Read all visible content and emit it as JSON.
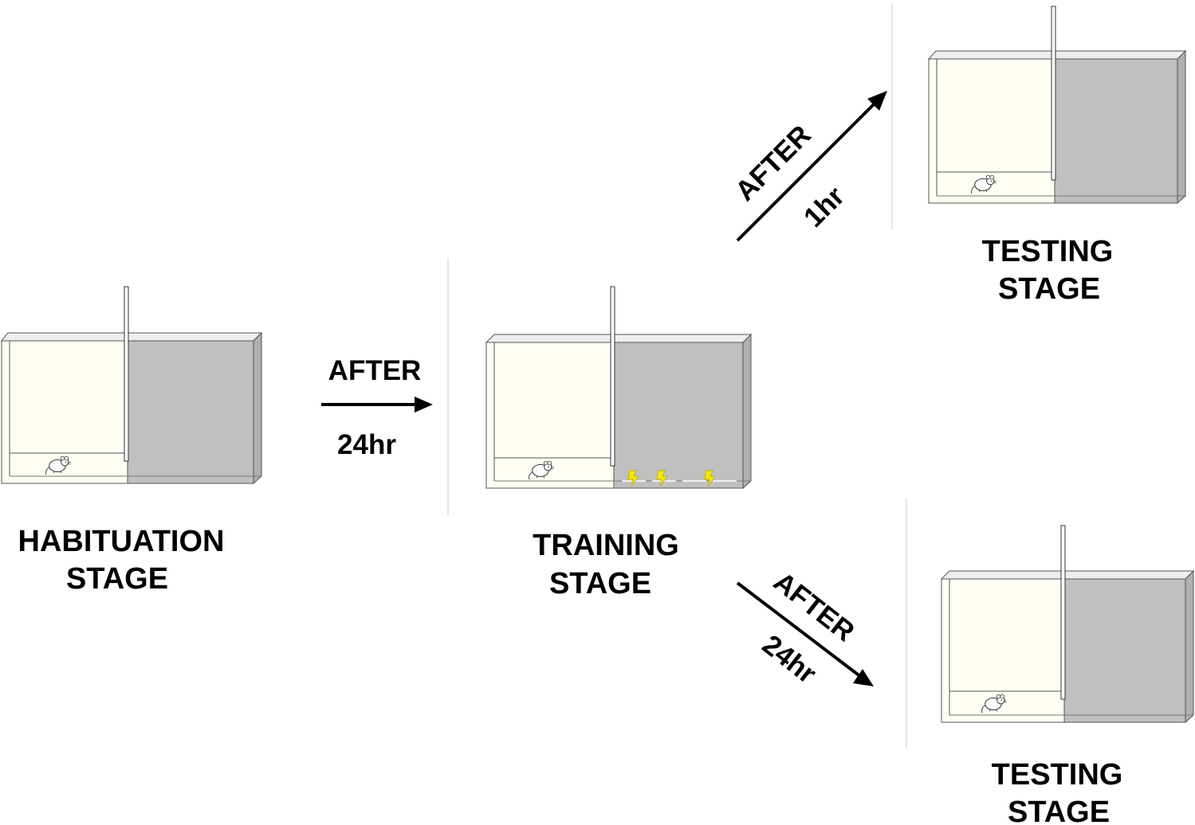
{
  "stages": {
    "habituation": {
      "line1": "HABITUATION",
      "line2": "STAGE"
    },
    "training": {
      "line1": "TRAINING",
      "line2": "STAGE"
    },
    "testing_1hr": {
      "line1": "TESTING",
      "line2": "STAGE"
    },
    "testing_24hr": {
      "line1": "TESTING",
      "line2": "STAGE"
    }
  },
  "arrows": {
    "to_training": {
      "top": "AFTER",
      "bottom": "24hr"
    },
    "to_testing_1hr": {
      "top": "AFTER",
      "bottom": "1hr"
    },
    "to_testing_24hr": {
      "top": "AFTER",
      "bottom": "24hr"
    }
  },
  "colors": {
    "light_compartment": "#fefef2",
    "dark_compartment": "#c0c0c0",
    "outline": "#555555",
    "shock": "#f5e800",
    "arrow": "#000000"
  },
  "icons": [
    "mouse-icon",
    "lightning-shock-icon",
    "arrow-icon"
  ]
}
